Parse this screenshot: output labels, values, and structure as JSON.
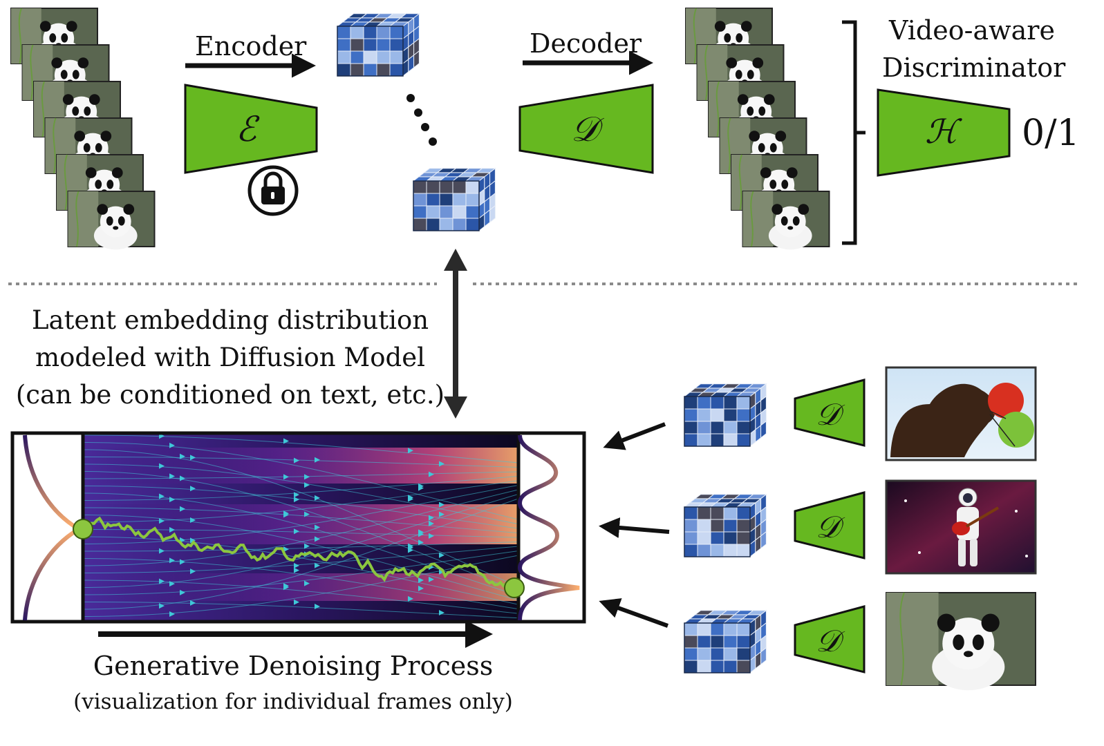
{
  "labels": {
    "encoder": "Encoder",
    "decoder": "Decoder",
    "discriminator_line1": "Video-aware",
    "discriminator_line2": "Discriminator",
    "discriminator_output": "0/1",
    "latent_line1": "Latent embedding distribution",
    "latent_line2": "modeled with Diffusion Model",
    "latent_line3": "(can be conditioned on text, etc.)",
    "process_title": "Generative Denoising Process",
    "process_note": "(visualization for individual frames only)"
  },
  "symbols": {
    "encoder": "ℰ",
    "decoder": "𝒟",
    "discriminator": "ℋ"
  },
  "icons": {
    "lock": "lock-icon"
  },
  "colors": {
    "block_green": "#66b820",
    "path_green": "#8cc63f",
    "cube_dark": "#1f3f7a",
    "cube_mid": "#3f6fc4",
    "cube_light": "#9ab8e8",
    "stream_cyan": "#3fc8d8",
    "diffusion_dark": "#0a0618",
    "diffusion_purple": "#5a2aa0",
    "diffusion_orange": "#ff9a4a"
  }
}
